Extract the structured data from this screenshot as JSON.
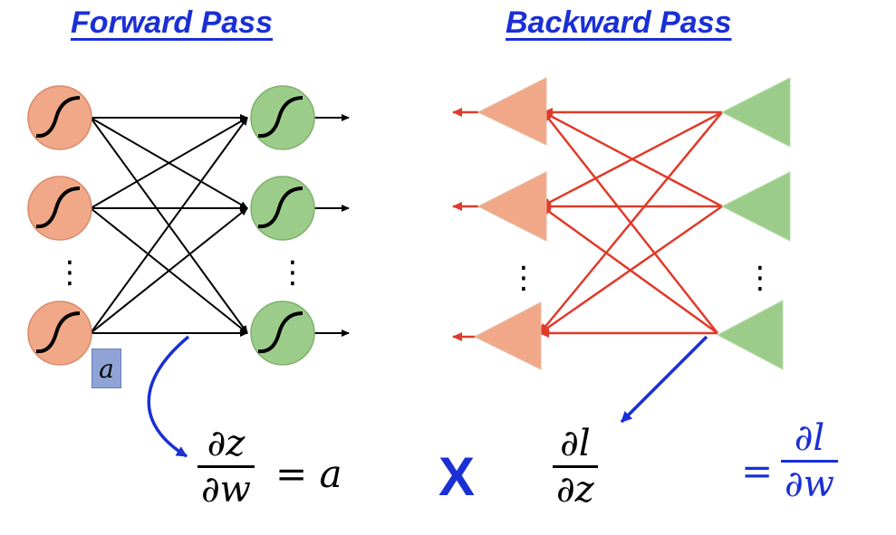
{
  "titles": {
    "forward": "Forward Pass",
    "backward": "Backward Pass"
  },
  "colors": {
    "title_blue": "#1a2fd6",
    "forward_input_node": "#f0a888",
    "forward_output_node": "#9ccc8a",
    "backward_left_triangle": "#f0a888",
    "backward_right_triangle": "#9ccc8a",
    "forward_edges": "#000000",
    "backward_edges": "#e03a2a",
    "annotation_arrow": "#1a2fd6"
  },
  "forward": {
    "ellipsis": "⋮",
    "activation_label": "a",
    "node_icon": "sigmoid-curve-icon"
  },
  "backward": {
    "ellipsis": "⋮"
  },
  "equation": {
    "dz_dw_num": "∂z",
    "dz_dw_den": "∂w",
    "equals_a": "= a",
    "multiply": "X",
    "dl_dz_num": "∂l",
    "dl_dz_den": "∂z",
    "equals": "=",
    "dl_dw_num": "∂l",
    "dl_dw_den": "∂w"
  }
}
